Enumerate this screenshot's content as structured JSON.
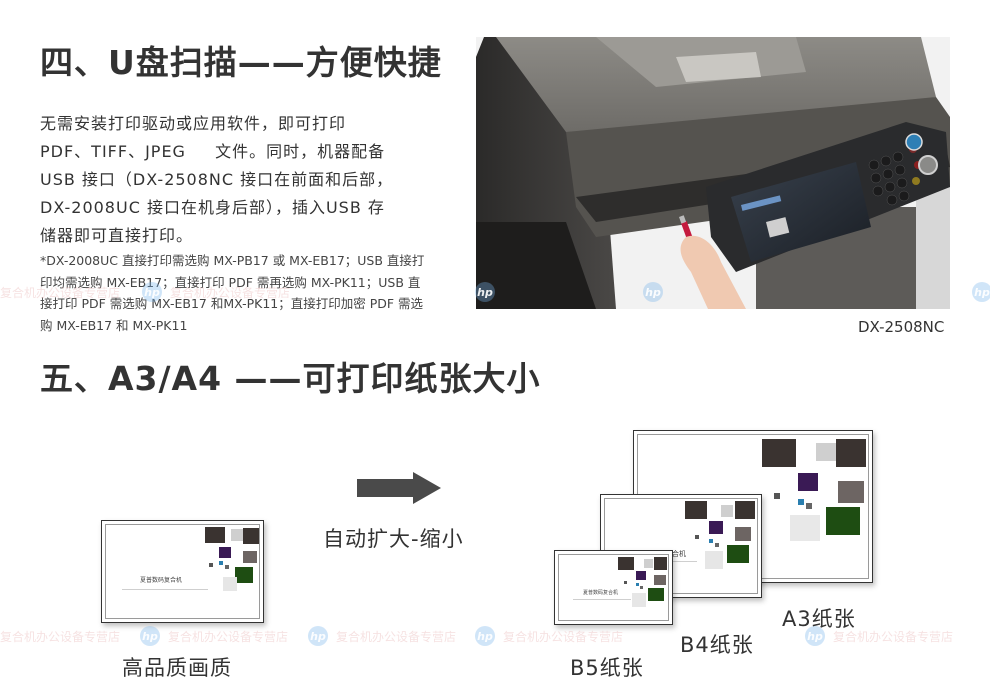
{
  "section4": {
    "title": "四、U盘扫描——方便快捷",
    "body_lines": [
      "无需安装打印驱动或应用软件，即可打印",
      "PDF、TIFF、JPEG 　  文件。同时，机器配备",
      "USB 接口（DX-2508NC 接口在前面和后部，",
      "DX-2008UC 接口在机身后部），插入USB 存",
      "储器即可直接打印。"
    ],
    "note_lines": [
      "*DX-2008UC 直接打印需选购 MX-PB17 或 MX-EB17；USB 直接打",
      "印均需选购 MX-EB17；直接打印 PDF 需再选购 MX-PK11；USB 直",
      "接打印 PDF 需选购 MX-EB17 和MX-PK11；直接打印加密 PDF 需选",
      "购 MX-EB17 和 MX-PK11"
    ],
    "photo": {
      "icon": "printer-usb-photo",
      "caption": "DX-2508NC"
    }
  },
  "section5": {
    "title": "五、A3/A4 ——可打印纸张大小",
    "quality_label": "高品质画质",
    "arrow_label": "自动扩大-缩小",
    "card_title": "夏普数码复合机",
    "sizes": [
      {
        "label": "A3纸张"
      },
      {
        "label": "B4纸张"
      },
      {
        "label": "B5纸张"
      }
    ]
  },
  "watermark": {
    "text": "复合机办公设备专营店",
    "logo": "hp"
  },
  "colors": {
    "heading": "#333333",
    "text": "#333333",
    "arrow": "#4a4a4a",
    "card_border": "#333333",
    "watermark_text": "#ebbebe",
    "watermark_logo": "#78b4eb"
  }
}
